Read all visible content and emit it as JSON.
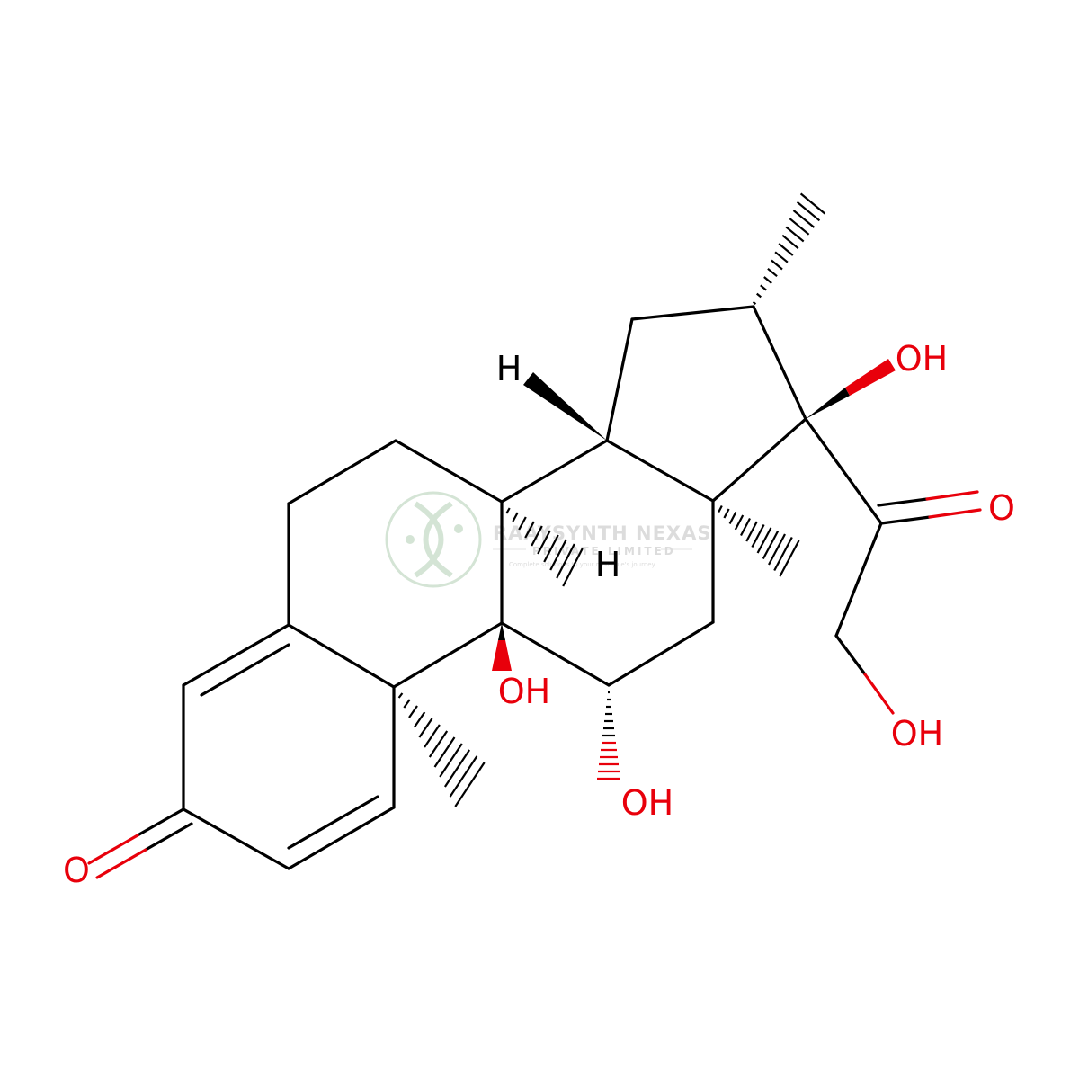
{
  "molecule": {
    "atoms": {
      "o_c3": "O",
      "oh_c11": "OH",
      "oh_c9": "OH",
      "oh_c17": "OH",
      "o_c20": "O",
      "oh_c21": "OH",
      "h_c8": "H",
      "h_c14": "H"
    },
    "colors": {
      "bond": "#000000",
      "heteroatom": "#e8000b"
    }
  },
  "watermark": {
    "title": "RAAYSYNTH NEXAS",
    "subtitle": "PRIVATE LIMITED",
    "tagline": "Complete solutions to your molecule's journey",
    "logo": "dna-helix-icon",
    "opacity": 0.2
  }
}
